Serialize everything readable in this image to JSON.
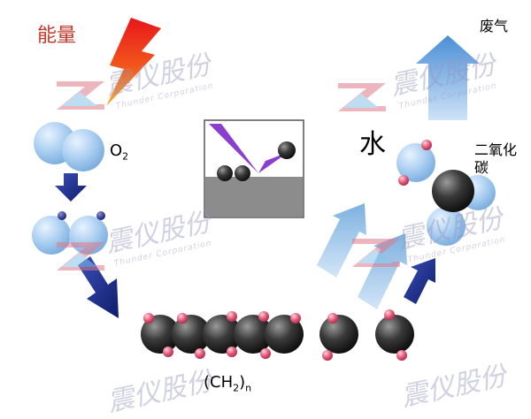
{
  "labels": {
    "energy": "能量",
    "oxygen": "O",
    "oxygen_sub": "2",
    "water": "水",
    "exhaust": "废气",
    "co2": "二氧化碳",
    "polymer": "(CH",
    "polymer_sub": "2",
    "polymer_close": ")",
    "polymer_n": "n"
  },
  "watermark": {
    "text": "震仪股份",
    "subtext": "Thunder Corporation"
  },
  "colors": {
    "energy_label": "#c0392b",
    "arrow_dark": "#1a2c8c",
    "arrow_light": "#6fa8dc",
    "oxygen_atom": "#a8cdf0",
    "carbon_atom": "#2a2a2a",
    "hydrogen_atom": "#e05a78",
    "laser": "#8a3fd0",
    "substrate": "#8c8c8c"
  }
}
